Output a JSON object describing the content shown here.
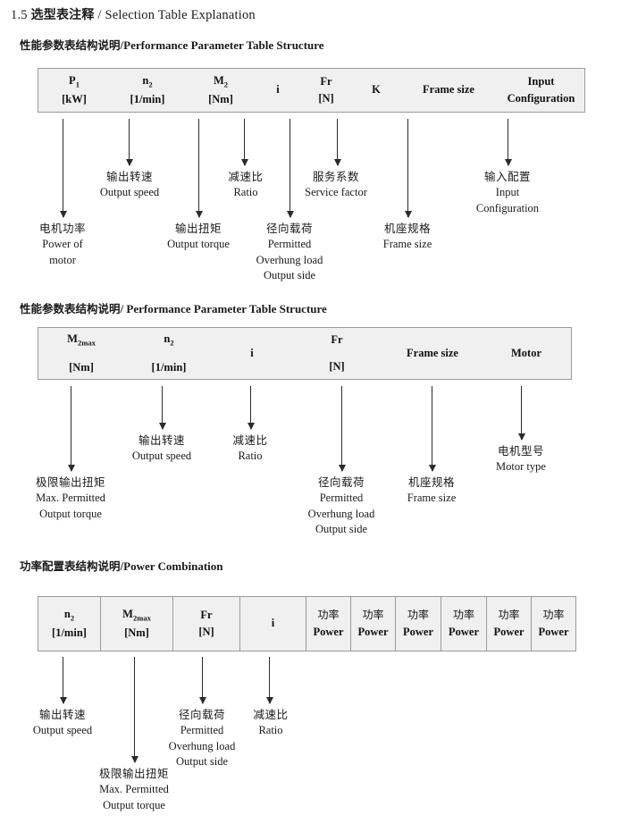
{
  "document": {
    "title_number": "1.5",
    "title_cn": "选型表注释",
    "title_sep": "/",
    "title_en": "Selection Table Explanation"
  },
  "sections": [
    {
      "heading_cn": "性能参数表结构说明",
      "heading_sep": "/",
      "heading_en": "Performance Parameter Table Structure",
      "table": {
        "columns": [
          {
            "symbol": "P",
            "subscript": "1",
            "unit": "[kW]"
          },
          {
            "symbol": "n",
            "subscript": "2",
            "unit": "[1/min]"
          },
          {
            "symbol": "M",
            "subscript": "2",
            "unit": "[Nm]"
          },
          {
            "symbol": "i",
            "subscript": "",
            "unit": ""
          },
          {
            "symbol": "Fr",
            "subscript": "",
            "unit": "[N]"
          },
          {
            "symbol": "K",
            "subscript": "",
            "unit": ""
          },
          {
            "symbol": "Frame size",
            "subscript": "",
            "unit": ""
          },
          {
            "symbol": "Input",
            "subscript": "",
            "unit": "Configuration"
          }
        ]
      },
      "annotations": [
        {
          "cn": "电机功率",
          "en": [
            "Power of",
            "motor"
          ]
        },
        {
          "cn": "输出转速",
          "en": [
            "Output speed"
          ]
        },
        {
          "cn": "输出扭矩",
          "en": [
            "Output torque"
          ]
        },
        {
          "cn": "减速比",
          "en": [
            "Ratio"
          ]
        },
        {
          "cn": "径向载荷",
          "en": [
            "Permitted",
            "Overhung load",
            "Output side"
          ]
        },
        {
          "cn": "服务系数",
          "en": [
            "Service factor"
          ]
        },
        {
          "cn": "机座规格",
          "en": [
            "Frame size"
          ]
        },
        {
          "cn": "输入配置",
          "en": [
            "Input",
            "Configuration"
          ]
        }
      ]
    },
    {
      "heading_cn": "性能参数表结构说明",
      "heading_sep": "/",
      "heading_en": "Performance Parameter Table Structure",
      "table": {
        "columns": [
          {
            "symbol": "M",
            "subscript": "2max",
            "unit": "[Nm]"
          },
          {
            "symbol": "n",
            "subscript": "2",
            "unit": "[1/min]"
          },
          {
            "symbol": "i",
            "subscript": "",
            "unit": ""
          },
          {
            "symbol": "Fr",
            "subscript": "",
            "unit": "[N]"
          },
          {
            "symbol": "Frame size",
            "subscript": "",
            "unit": ""
          },
          {
            "symbol": "Motor",
            "subscript": "",
            "unit": ""
          }
        ]
      },
      "annotations": [
        {
          "cn": "极限输出扭矩",
          "en": [
            "Max. Permitted",
            "Output  torque"
          ]
        },
        {
          "cn": "输出转速",
          "en": [
            "Output speed"
          ]
        },
        {
          "cn": "减速比",
          "en": [
            "Ratio"
          ]
        },
        {
          "cn": "径向载荷",
          "en": [
            "Permitted",
            "Overhung load",
            "Output side"
          ]
        },
        {
          "cn": "机座规格",
          "en": [
            "Frame size"
          ]
        },
        {
          "cn": "电机型号",
          "en": [
            "Motor type"
          ]
        }
      ]
    },
    {
      "heading_cn": "功率配置表结构说明",
      "heading_sep": "/",
      "heading_en": "Power Combination",
      "table": {
        "columns": [
          {
            "symbol": "n",
            "subscript": "2",
            "unit": "[1/min]"
          },
          {
            "symbol": "M",
            "subscript": "2max",
            "unit": "[Nm]"
          },
          {
            "symbol": "Fr",
            "subscript": "",
            "unit": "[N]"
          },
          {
            "symbol": "i",
            "subscript": "",
            "unit": ""
          },
          {
            "symbol": "功率",
            "subscript": "",
            "unit": "Power"
          },
          {
            "symbol": "功率",
            "subscript": "",
            "unit": "Power"
          },
          {
            "symbol": "功率",
            "subscript": "",
            "unit": "Power"
          },
          {
            "symbol": "功率",
            "subscript": "",
            "unit": "Power"
          },
          {
            "symbol": "功率",
            "subscript": "",
            "unit": "Power"
          },
          {
            "symbol": "功率",
            "subscript": "",
            "unit": "Power"
          }
        ]
      },
      "annotations": [
        {
          "cn": "输出转速",
          "en": [
            "Output speed"
          ]
        },
        {
          "cn": "极限输出扭矩",
          "en": [
            "Max. Permitted",
            "Output  torque"
          ]
        },
        {
          "cn": "径向载荷",
          "en": [
            "Permitted",
            "Overhung load",
            "Output side"
          ]
        },
        {
          "cn": "减速比",
          "en": [
            "Ratio"
          ]
        }
      ]
    }
  ],
  "colors": {
    "table_fill": "#f0f0f0",
    "table_border": "#9a9a9a",
    "arrow": "#2b2b2b",
    "text": "#1a1a1a",
    "page": "#ffffff"
  }
}
